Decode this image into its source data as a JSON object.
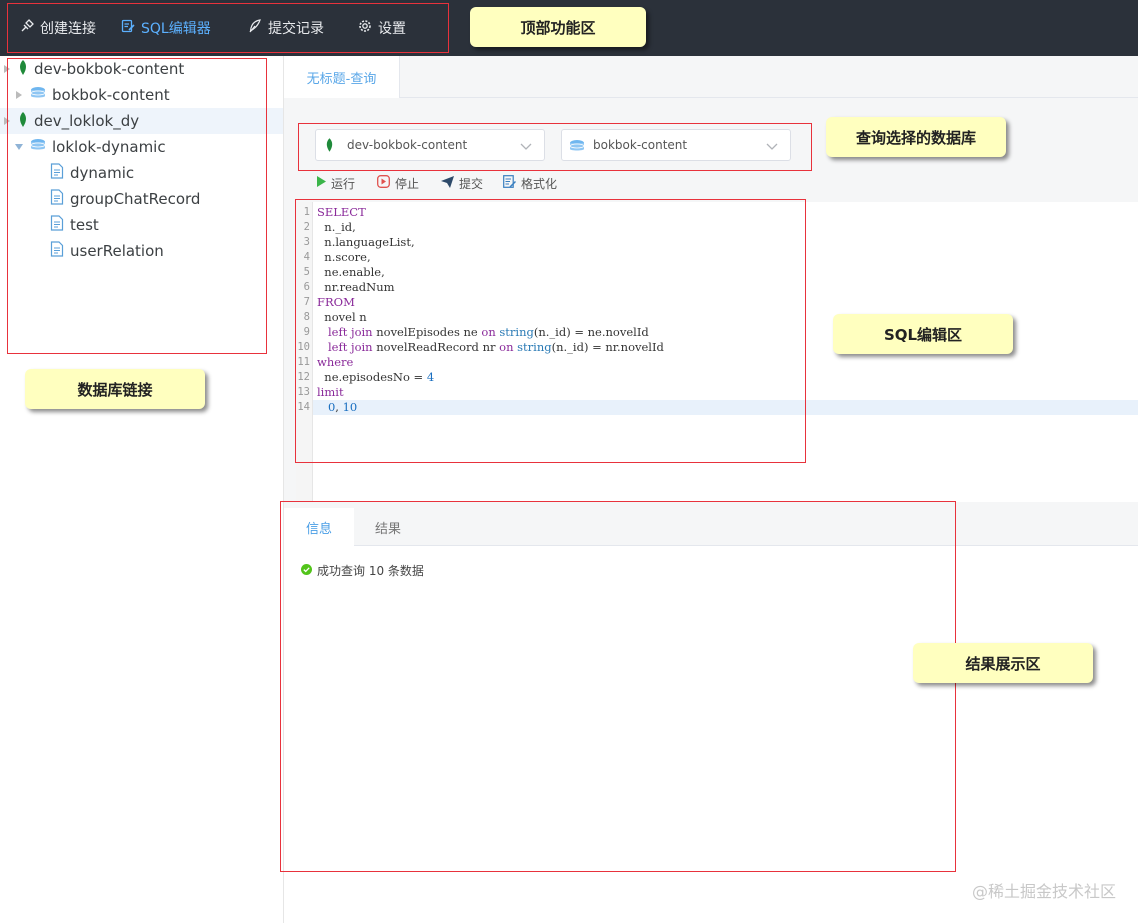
{
  "nav": {
    "items": [
      {
        "label": "创建连接",
        "icon": "plug-icon"
      },
      {
        "label": "SQL编辑器",
        "icon": "edit-icon"
      },
      {
        "label": "提交记录",
        "icon": "feather-icon"
      },
      {
        "label": "设置",
        "icon": "gear-icon"
      }
    ],
    "active_index": 1
  },
  "sidebar": {
    "tree": [
      {
        "label": "dev-bokbok-content",
        "type": "connection",
        "icon": "leaf-icon"
      },
      {
        "label": "bokbok-content",
        "type": "database",
        "icon": "database-icon",
        "expanded": false
      },
      {
        "label": "dev_loklok_dy",
        "type": "connection",
        "icon": "leaf-icon"
      },
      {
        "label": "loklok-dynamic",
        "type": "database",
        "icon": "database-icon",
        "expanded": true
      },
      {
        "label": "dynamic",
        "type": "collection",
        "icon": "document-icon"
      },
      {
        "label": "groupChatRecord",
        "type": "collection",
        "icon": "document-icon"
      },
      {
        "label": "test",
        "type": "collection",
        "icon": "document-icon"
      },
      {
        "label": "userRelation",
        "type": "collection",
        "icon": "document-icon"
      }
    ]
  },
  "editor": {
    "tab_label": "无标题-查询",
    "connection_select": "dev-bokbok-content",
    "database_select": "bokbok-content",
    "toolbar": {
      "run": "运行",
      "stop": "停止",
      "submit": "提交",
      "format": "格式化"
    },
    "line_numbers": [
      "1",
      "2",
      "3",
      "4",
      "5",
      "6",
      "7",
      "8",
      "9",
      "10",
      "11",
      "12",
      "13",
      "14"
    ],
    "code": [
      "SELECT",
      "  n._id,",
      "  n.languageList,",
      "  n.score,",
      "  ne.enable,",
      "  nr.readNum",
      "FROM",
      "  novel n",
      "   left join novelEpisodes ne on string(n._id) = ne.novelId",
      "   left join novelReadRecord nr on string(n._id) = nr.novelId",
      "where",
      "  ne.episodesNo = 4",
      "limit",
      "   0, 10"
    ]
  },
  "results": {
    "tabs": [
      "信息",
      "结果"
    ],
    "active_tab": 0,
    "status_message": "成功查询 10 条数据"
  },
  "annotations": {
    "top": "顶部功能区",
    "db_select": "查询选择的数据库",
    "sidebar": "数据库链接",
    "sql": "SQL编辑区",
    "result": "结果展示区"
  },
  "watermark": "@稀土掘金技术社区",
  "colors": {
    "topbar": "#2b313a",
    "accent": "#5cb1ff",
    "annotation_border": "#e8323c",
    "callout_bg": "#ffffbf",
    "success": "#52c41a",
    "leaf_green": "#1f8a3a"
  }
}
